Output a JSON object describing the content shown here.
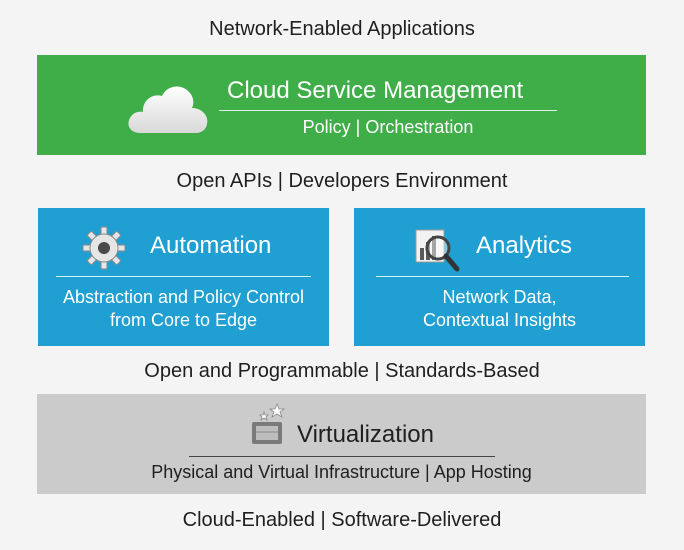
{
  "captions": {
    "top": "Network-Enabled Applications",
    "apis": "Open APIs | Developers Environment",
    "open": "Open and Programmable | Standards-Based",
    "bottom": "Cloud-Enabled | Software-Delivered"
  },
  "cloud": {
    "title": "Cloud Service Management",
    "subtitle": "Policy | Orchestration",
    "icon": "cloud-icon",
    "color": "#3fae49"
  },
  "automation": {
    "title": "Automation",
    "subtitle_line1": "Abstraction and Policy Control",
    "subtitle_line2": "from Core to Edge",
    "icon": "gear-icon",
    "color": "#1f9fd2"
  },
  "analytics": {
    "title": "Analytics",
    "subtitle_line1": "Network Data,",
    "subtitle_line2": "Contextual Insights",
    "icon": "magnifier-chart-icon",
    "color": "#1f9fd2"
  },
  "virtualization": {
    "title": "Virtualization",
    "subtitle": "Physical and Virtual Infrastructure | App Hosting",
    "icon": "virtual-box-icon",
    "color": "#cbcbcb"
  }
}
